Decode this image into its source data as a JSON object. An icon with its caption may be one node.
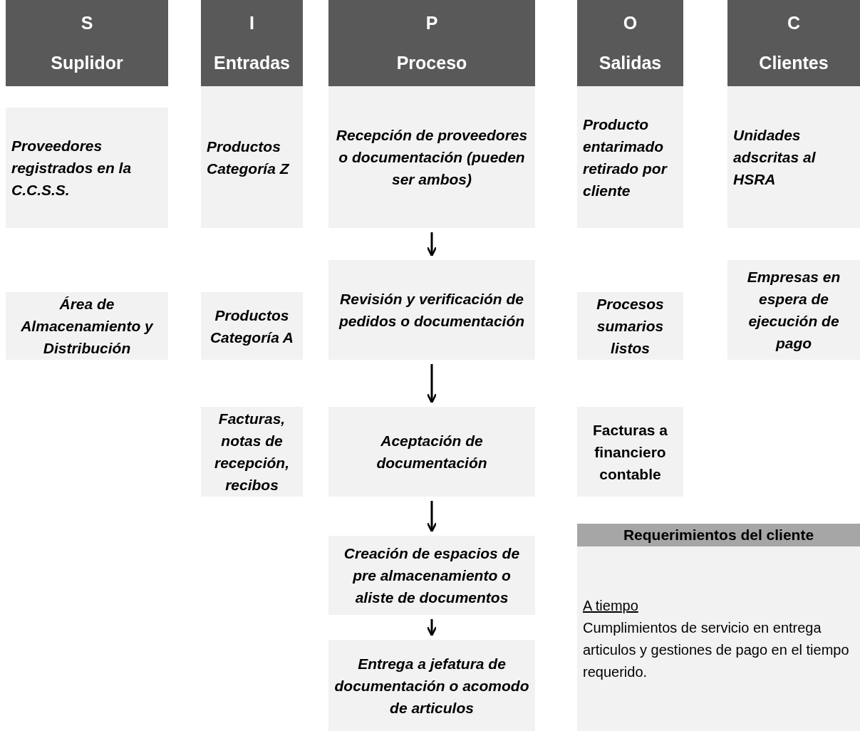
{
  "diagram": {
    "nodes": [
      {
        "text": [
          "S",
          "Suplidor"
        ]
      },
      {
        "text": [
          "I",
          "Entradas"
        ]
      },
      {
        "text": [
          "P",
          "Proceso"
        ]
      },
      {
        "text": [
          "O",
          "Salidas"
        ]
      },
      {
        "text": [
          "C",
          "Clientes"
        ]
      },
      {
        "text": [
          "Proveedores registrados en la C.C.S.S."
        ]
      },
      {
        "text": [
          "Productos Categoría Z"
        ]
      },
      {
        "text": [
          "Recepción de proveedores o documentación (pueden ser ambos)"
        ]
      },
      {
        "text": [
          "Producto entarimado retirado por cliente"
        ]
      },
      {
        "text": [
          "Unidades adscritas al HSRA"
        ]
      },
      {
        "text": [
          "Área de Almacenamiento y Distribución"
        ]
      },
      {
        "text": [
          "Productos Categoría A"
        ]
      },
      {
        "text": [
          "Revisión y verificación de pedidos o documentación"
        ]
      },
      {
        "text": [
          "Procesos sumarios listos"
        ]
      },
      {
        "text": [
          "Empresas en espera de ejecución de pago"
        ]
      },
      {
        "text": [
          "Facturas, notas de recepción, recibos"
        ]
      },
      {
        "text": [
          "Aceptación de documentación"
        ]
      },
      {
        "text": [
          "Facturas a financiero contable"
        ]
      },
      {
        "text": [
          "Creación de espacios de pre almacenamiento o aliste de documentos"
        ]
      },
      {
        "text": [
          "Entrega a jefatura de documentación o acomodo de articulos"
        ]
      },
      {
        "text": [
          "Requerimientos del cliente",
          "A tiempo",
          "Cumplimientos de servicio en entrega articulos y gestiones de pago en el tiempo requerido."
        ]
      }
    ],
    "edges": [
      {
        "from": 7,
        "to": 12,
        "arrow": "to"
      },
      {
        "from": 12,
        "to": 16,
        "arrow": "to"
      },
      {
        "from": 16,
        "to": 18,
        "arrow": "to"
      },
      {
        "from": 18,
        "to": 19,
        "arrow": "to"
      }
    ]
  }
}
